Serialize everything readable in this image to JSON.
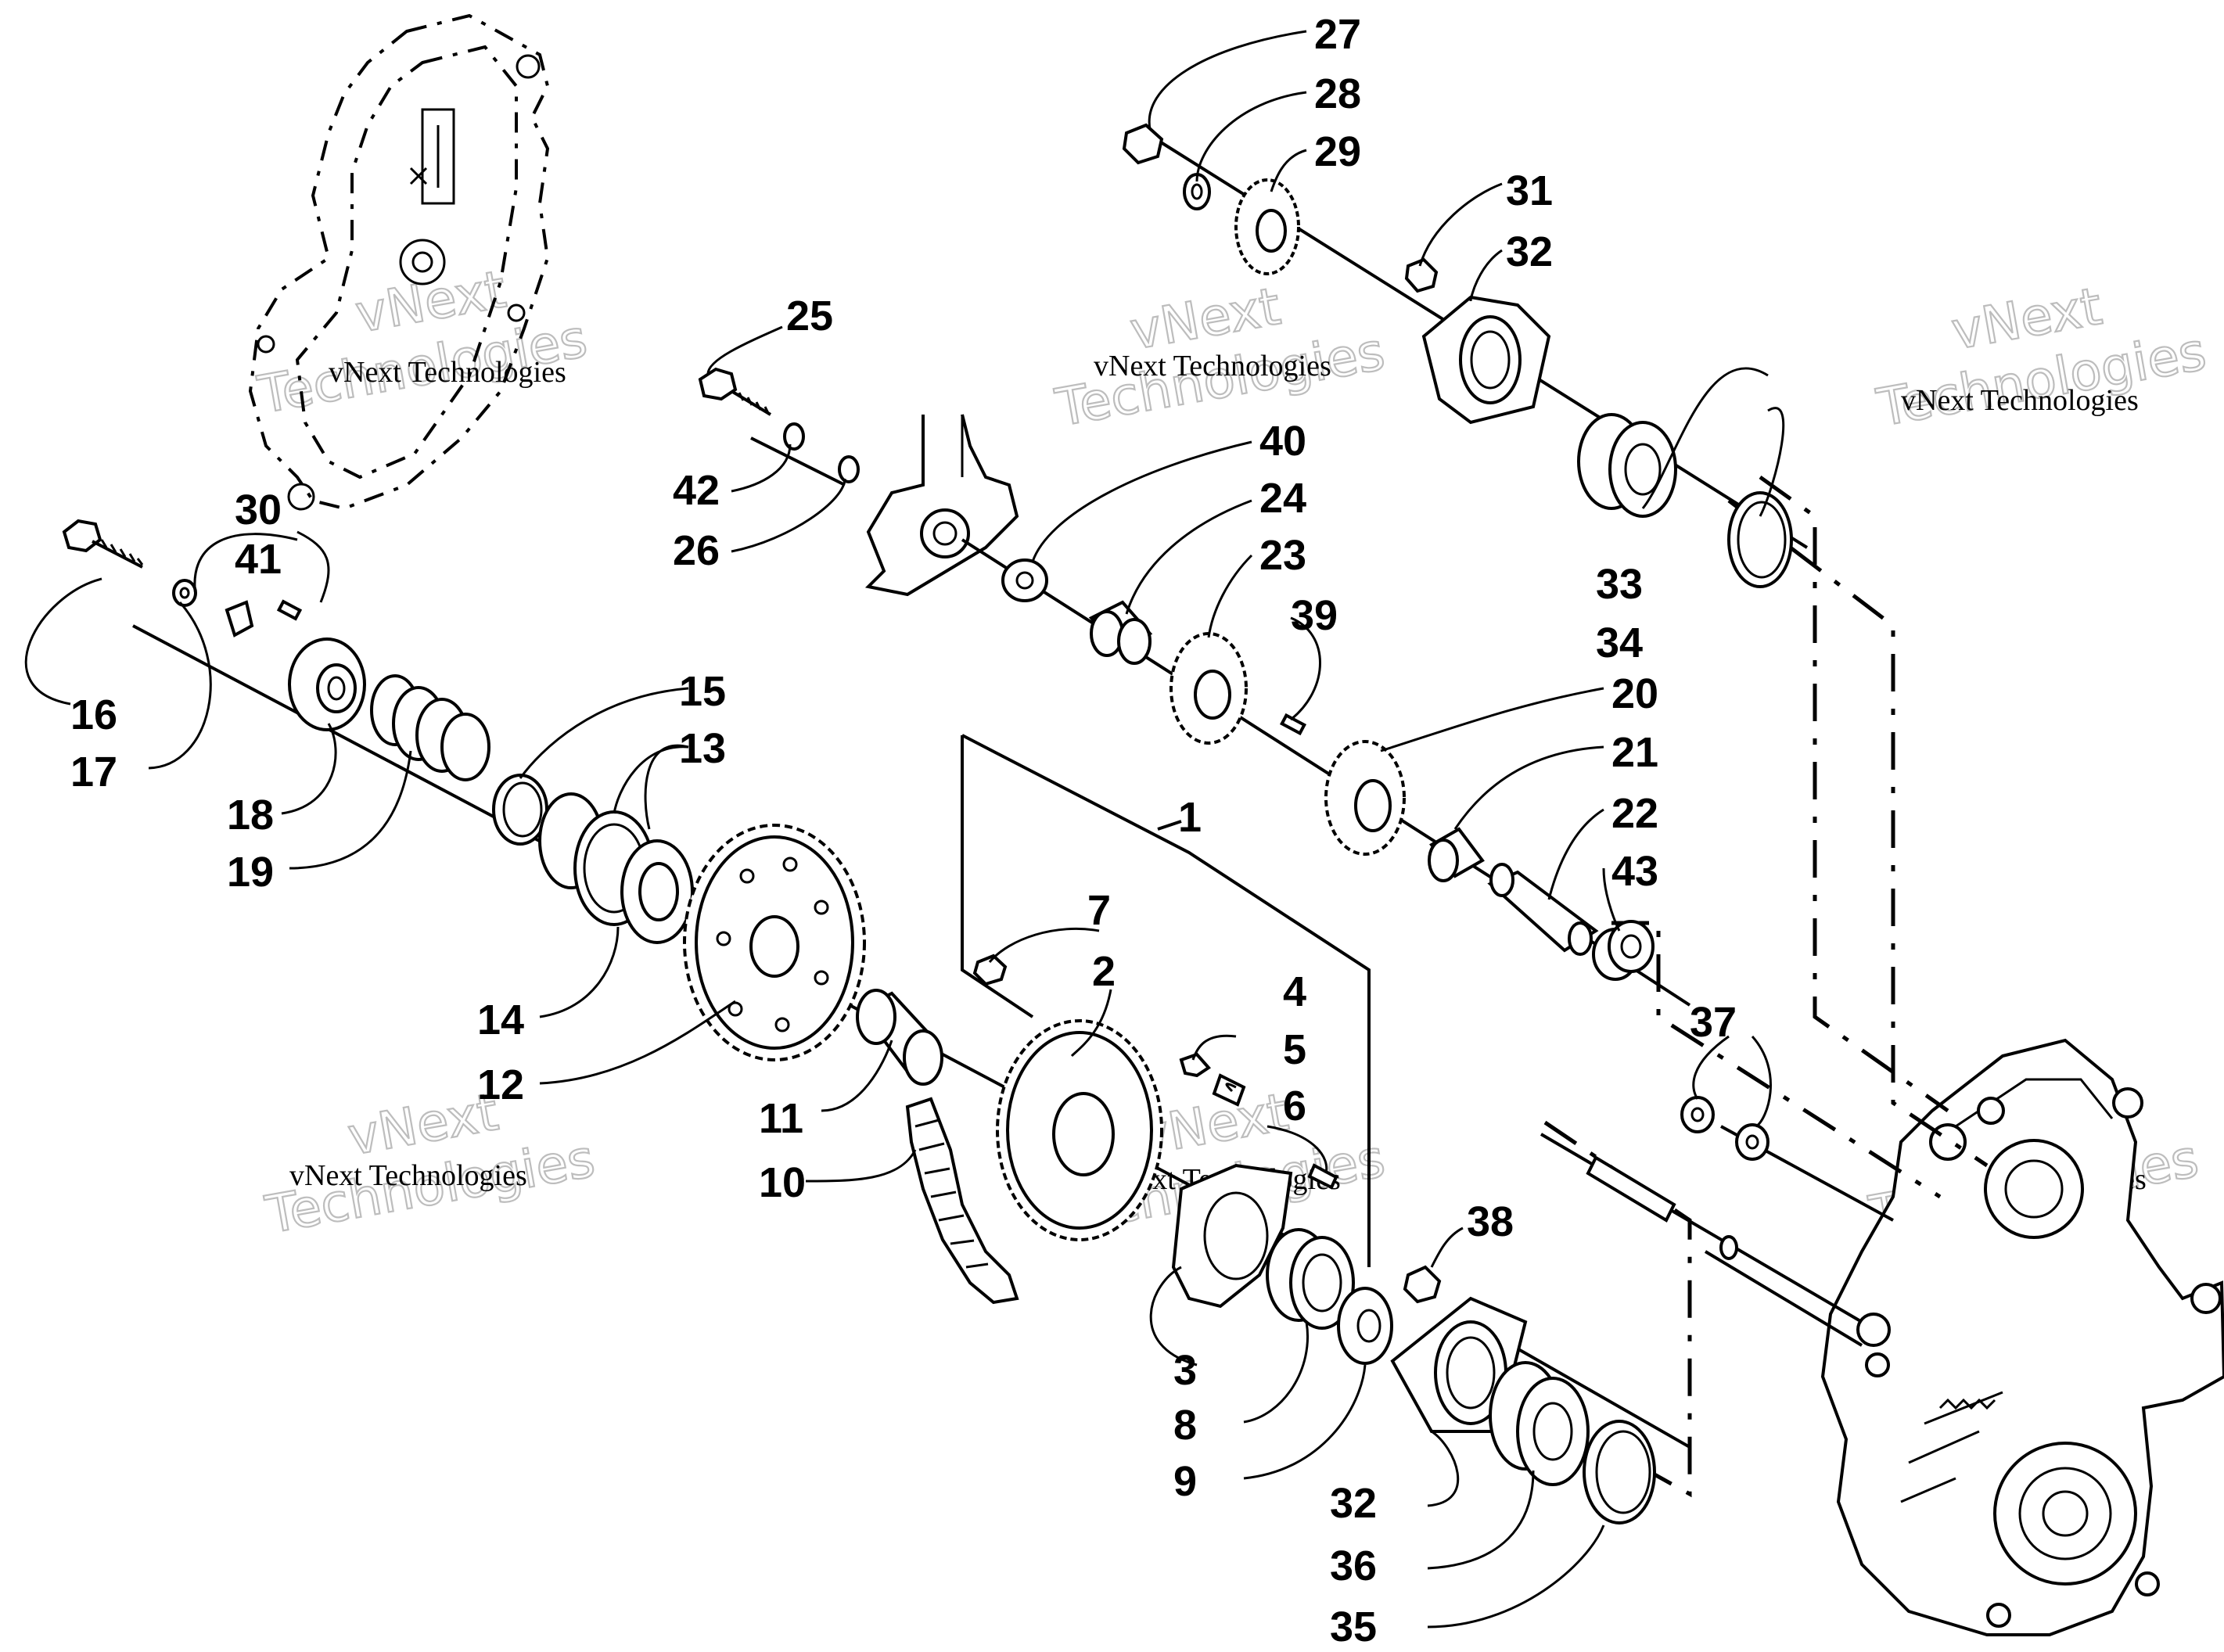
{
  "diagram": {
    "callouts": [
      "1",
      "2",
      "3",
      "4",
      "5",
      "6",
      "7",
      "8",
      "9",
      "10",
      "11",
      "12",
      "13",
      "14",
      "15",
      "16",
      "17",
      "18",
      "19",
      "20",
      "21",
      "22",
      "23",
      "24",
      "25",
      "26",
      "27",
      "28",
      "29",
      "30",
      "31",
      "32",
      "32",
      "33",
      "34",
      "35",
      "36",
      "37",
      "38",
      "39",
      "40",
      "41",
      "42",
      "43"
    ],
    "watermark": {
      "line_small": "vNext Technologies",
      "line_large_1": "vNext",
      "line_large_2": "Technologies"
    }
  }
}
